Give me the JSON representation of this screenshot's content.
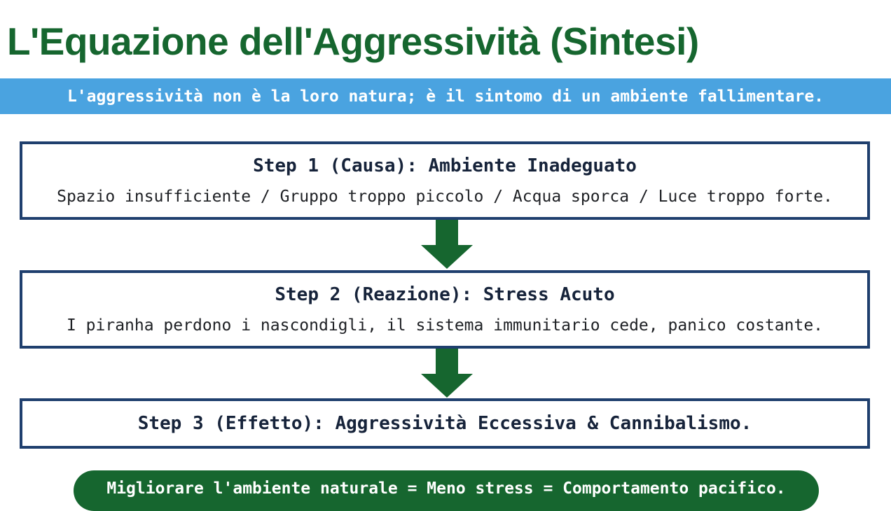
{
  "title": "L'Equazione dell'Aggressività (Sintesi)",
  "subtitle": "L'aggressività non è la loro natura; è il sintomo di un ambiente fallimentare.",
  "steps": [
    {
      "title": "Step 1 (Causa): Ambiente Inadeguato",
      "description": "Spazio insufficiente / Gruppo troppo piccolo / Acqua sporca / Luce troppo forte."
    },
    {
      "title": "Step 2 (Reazione): Stress Acuto",
      "description": "I piranha perdono i nascondigli, il sistema immunitario cede, panico costante."
    },
    {
      "title": "Step 3 (Effetto): Aggressività Eccessiva & Cannibalismo."
    }
  ],
  "conclusion": "Migliorare l'ambiente naturale = Meno stress = Comportamento pacifico.",
  "colors": {
    "title": "#16662f",
    "banner": "#4aa3e0",
    "box_border": "#1f3f6e",
    "arrow": "#16662f",
    "conclusion_bg": "#16662f"
  }
}
